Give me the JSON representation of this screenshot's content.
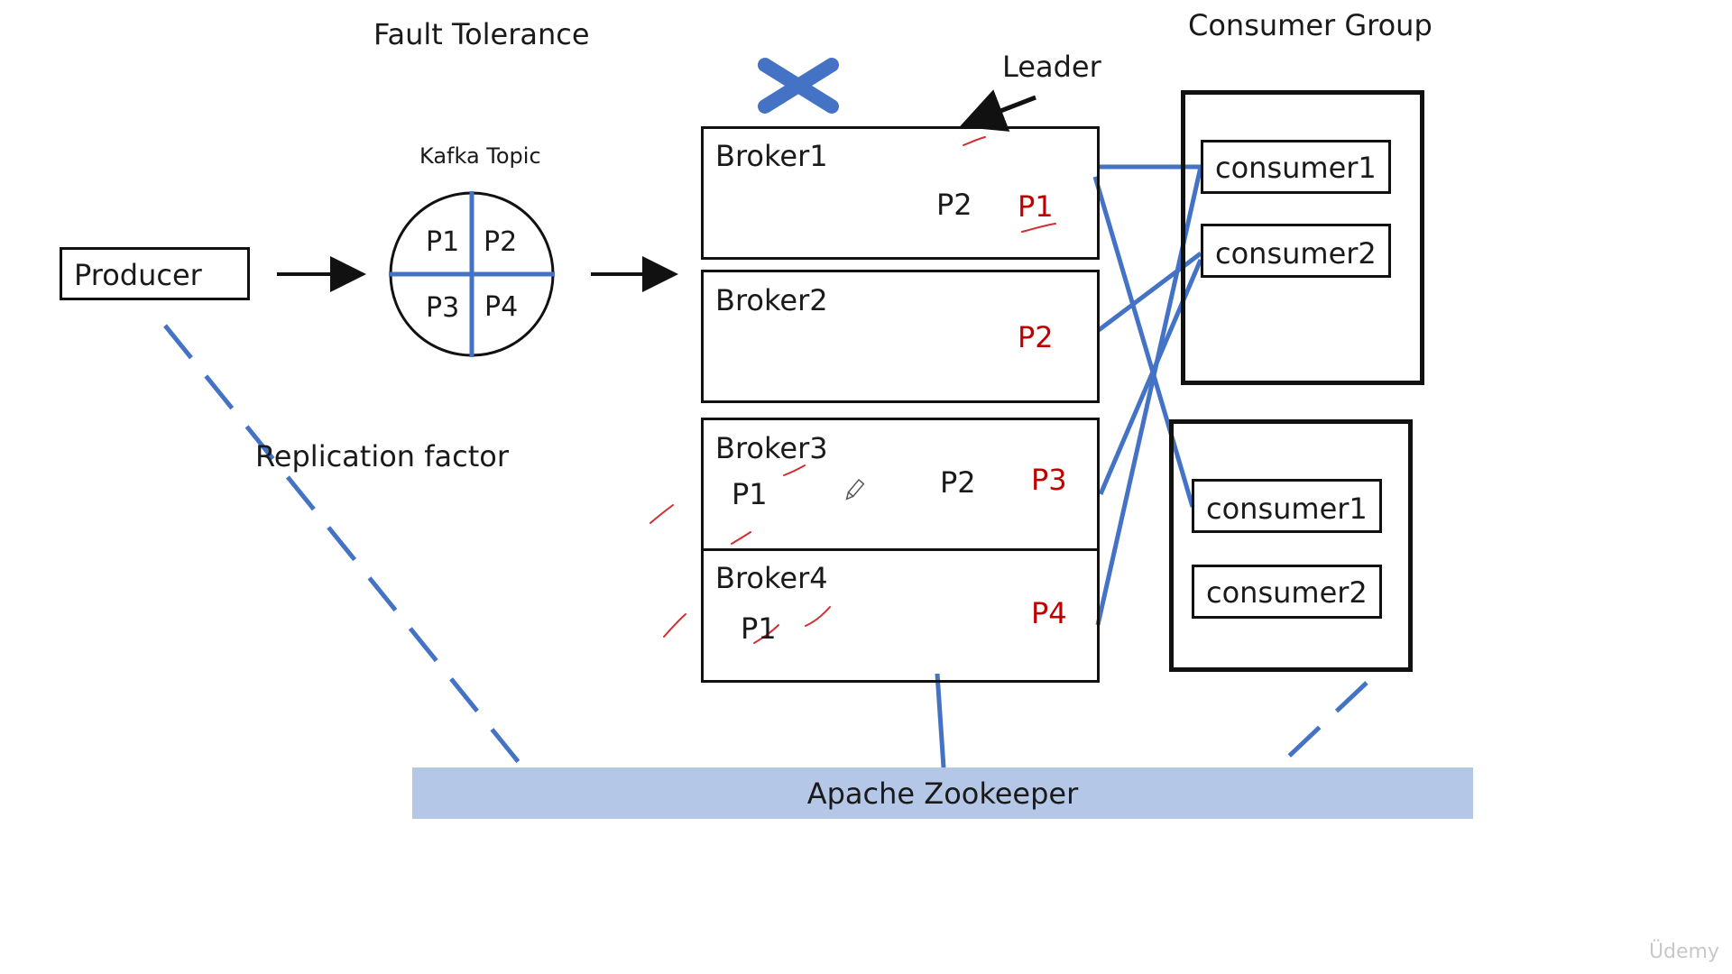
{
  "title": "Fault Tolerance",
  "consumer_group_title": "Consumer Group",
  "leader_label": "Leader",
  "producer_label": "Producer",
  "topic": {
    "label": "Kafka Topic",
    "partitions": [
      "P1",
      "P2",
      "P3",
      "P4"
    ]
  },
  "replication_label": "Replication factor",
  "brokers": [
    {
      "name": "Broker1",
      "partitions": [
        "P2",
        "P1"
      ],
      "leader": "P1"
    },
    {
      "name": "Broker2",
      "partitions": [
        "P2"
      ],
      "leader": "P2"
    },
    {
      "name": "Broker3",
      "partitions": [
        "P1",
        "P2",
        "P3"
      ],
      "leader": "P3"
    },
    {
      "name": "Broker4",
      "partitions": [
        "P1",
        "P4"
      ],
      "leader": "P4"
    }
  ],
  "consumer_groups": [
    {
      "consumers": [
        "consumer1",
        "consumer2"
      ]
    },
    {
      "consumers": [
        "consumer1",
        "consumer2"
      ]
    }
  ],
  "zookeeper_label": "Apache Zookeeper",
  "watermark": "Üdemy",
  "colors": {
    "wire": "#4472c4",
    "leader_text": "#c00000",
    "zookeeper_fill": "#b4c7e7",
    "failure_mark": "#4472c4"
  }
}
